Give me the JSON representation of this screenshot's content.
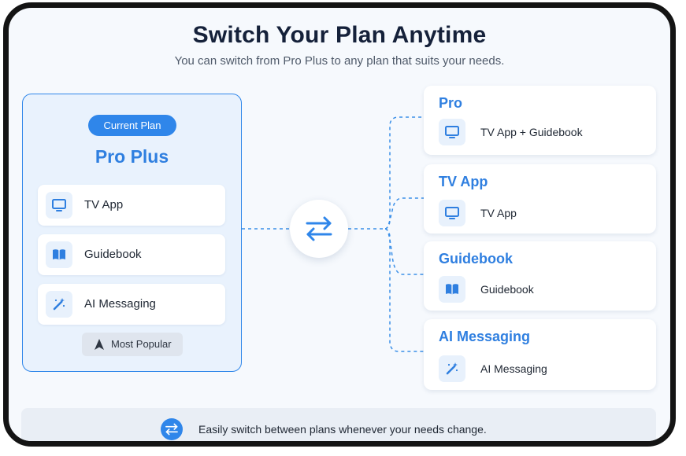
{
  "header": {
    "title": "Switch Your Plan Anytime",
    "subtitle": "You can switch from Pro Plus to any plan that suits your needs."
  },
  "current_plan": {
    "badge": "Current Plan",
    "name": "Pro Plus",
    "features": [
      {
        "label": "TV App",
        "icon": "tv-icon"
      },
      {
        "label": "Guidebook",
        "icon": "book-icon"
      },
      {
        "label": "AI Messaging",
        "icon": "magic-wand-icon"
      }
    ],
    "popular_label": "Most Popular",
    "popular_icon": "navigation-arrow-icon"
  },
  "switch_icon": "swap-arrows-icon",
  "plans": [
    {
      "title": "Pro",
      "feature": "TV App + Guidebook",
      "icon": "tv-icon"
    },
    {
      "title": "TV App",
      "feature": "TV App",
      "icon": "tv-icon"
    },
    {
      "title": "Guidebook",
      "feature": "Guidebook",
      "icon": "book-icon"
    },
    {
      "title": "AI Messaging",
      "feature": "AI Messaging",
      "icon": "magic-wand-icon"
    }
  ],
  "footer": {
    "text": "Easily switch between plans whenever your needs change.",
    "icon": "swap-arrows-icon"
  },
  "colors": {
    "accent": "#2f86ea",
    "accent_text": "#2f7fe0",
    "card_tint": "#e9f2fd",
    "heading": "#15213a",
    "frame_border": "#141414"
  }
}
